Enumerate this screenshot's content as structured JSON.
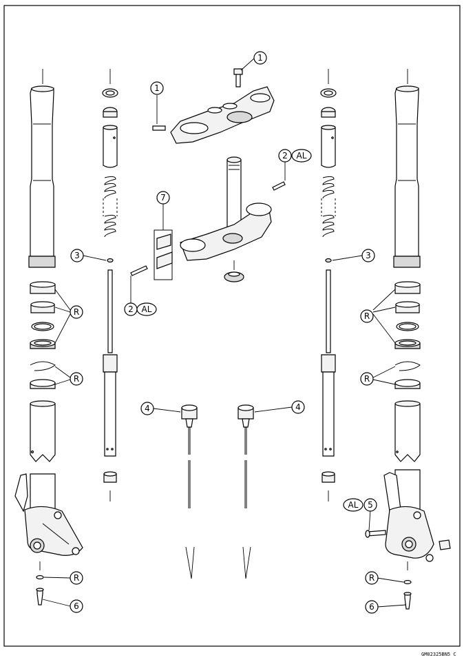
{
  "callouts": {
    "c1": "1",
    "c2": "2",
    "c3": "3",
    "c4": "4",
    "c5": "5",
    "c6": "6",
    "c7": "7",
    "r": "R",
    "al": "AL"
  },
  "drawing_code": "GM02325BN5 C"
}
